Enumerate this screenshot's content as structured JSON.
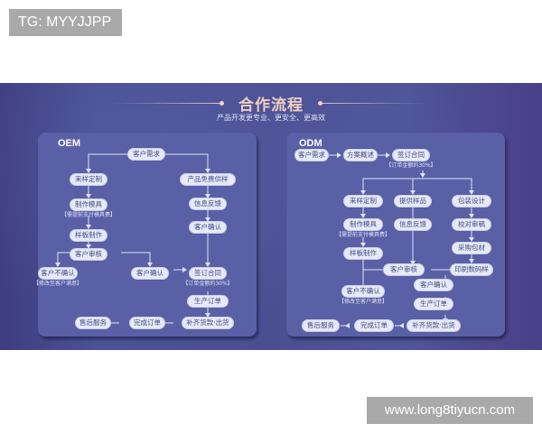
{
  "watermarks": {
    "top_left": "TG: MYYJJPP",
    "bottom_right": "www.long8tiyucn.com"
  },
  "banner": {
    "title": "合作流程",
    "subtitle": "产品开发更专业、更安全、更高效",
    "colors": {
      "background": "#4a4f92",
      "panel": "#5960a6",
      "node": "#e6eaf6",
      "title": "#f0cfc0"
    }
  },
  "oem": {
    "title": "OEM",
    "nodes": {
      "demand": "客户需求",
      "custom_sample": "来样定制",
      "free_sample": "产品免费供样",
      "make_mold": "制作模具",
      "mold_note": "【需提前支付模具费】",
      "feedback": "信息反馈",
      "sample_make": "样板制作",
      "confirm_right": "客户确认",
      "review": "客户审核",
      "not_confirm": "客户不确认",
      "not_confirm_note": "【修改至客户满意】",
      "confirm_mid": "客户确认",
      "contract": "签订合同",
      "contract_note": "【订单金额的30%】",
      "production": "生产订单",
      "ship": "补齐货款·出货",
      "complete": "完成订单",
      "after_sales": "售后服务"
    }
  },
  "odm": {
    "title": "ODM",
    "nodes": {
      "demand": "客户需求",
      "plan": "方案概述",
      "contract": "签订合同",
      "contract_note": "【订单金额的30%】",
      "custom_sample": "来样定制",
      "provide_sample": "提供样品",
      "package_design": "包装设计",
      "make_mold": "制作模具",
      "mold_note": "【需提前支付模具费】",
      "feedback": "信息反馈",
      "proofread": "校对审稿",
      "sample_make": "样板制作",
      "purchase": "采购包材",
      "review": "客户审核",
      "print_sample": "印刷数码样",
      "not_confirm": "客户不确认",
      "not_confirm_note": "【修改至客户满意】",
      "confirm": "客户确认",
      "production": "生产订单",
      "ship": "补齐货款·出货",
      "complete": "完成订单",
      "after_sales": "售后服务"
    }
  }
}
